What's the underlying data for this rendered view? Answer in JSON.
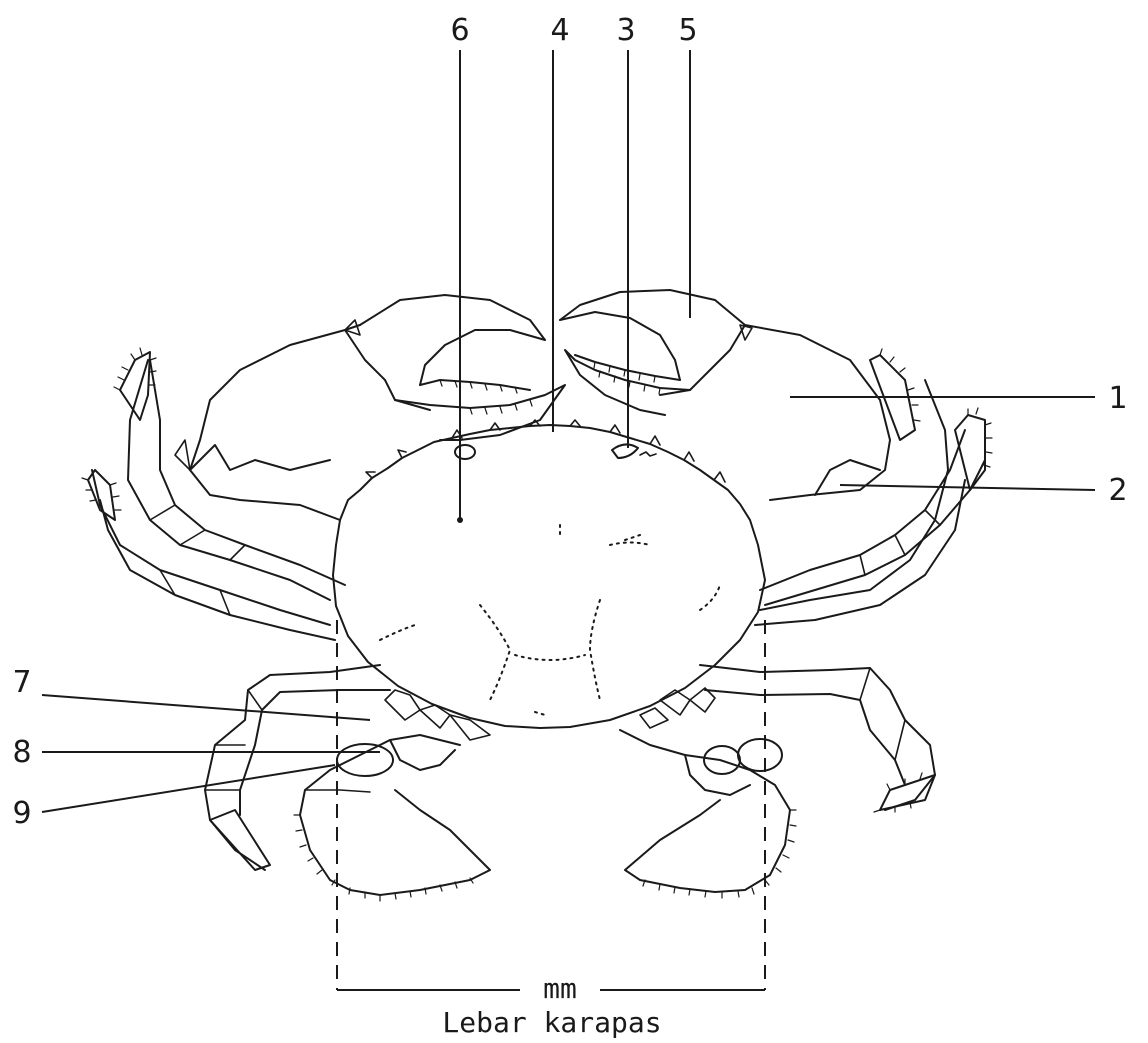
{
  "labels": {
    "top": [
      "6",
      "4",
      "3",
      "5"
    ],
    "right": [
      "1",
      "2"
    ],
    "left": [
      "7",
      "8",
      "9"
    ]
  },
  "measurement": {
    "unit": "mm",
    "caption": "Lebar karapas"
  }
}
